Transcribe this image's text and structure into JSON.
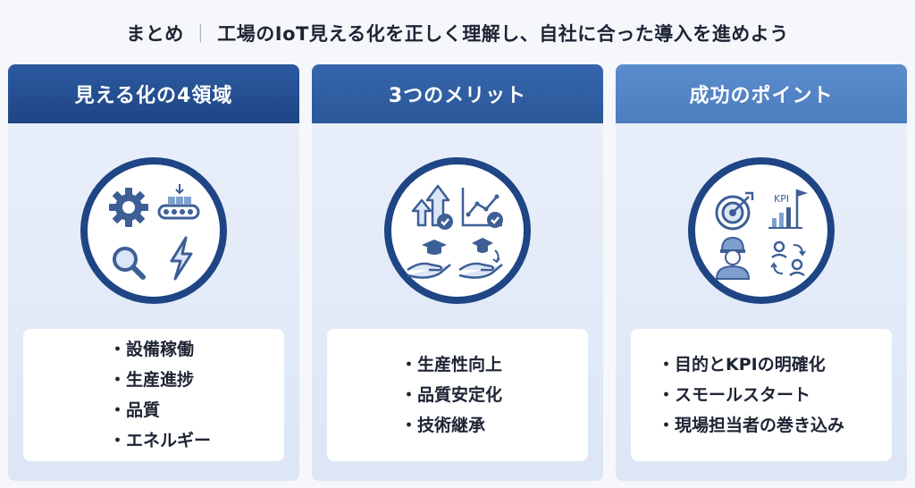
{
  "title": {
    "prefix": "まとめ",
    "separator": "｜",
    "main": "工場のIoT見える化を正しく理解し、自社に合った導入を進めよう"
  },
  "cards": [
    {
      "heading": "見える化の4領域",
      "icons": [
        "gear-icon",
        "conveyor-icon",
        "magnifier-icon",
        "lightning-icon"
      ],
      "items": [
        "設備稼働",
        "生産進捗",
        "品質",
        "エネルギー"
      ]
    },
    {
      "heading": "3つのメリット",
      "icons": [
        "arrows-up-check-icon",
        "chart-check-icon",
        "hand-graduation-cap-icon",
        "hand-cap-arrow-icon"
      ],
      "items": [
        "生産性向上",
        "品質安定化",
        "技術継承"
      ]
    },
    {
      "heading": "成功のポイント",
      "kpi_label": "KPI",
      "icons": [
        "target-icon",
        "kpi-chart-flag-icon",
        "worker-icon",
        "people-cycle-icon"
      ],
      "items": [
        "目的とKPIの明確化",
        "スモールスタート",
        "現場担当者の巻き込み"
      ]
    }
  ],
  "colors": {
    "navy": "#1f4585",
    "accent_blue": "#5b8ccc",
    "light_blue": "#9fb9df"
  }
}
